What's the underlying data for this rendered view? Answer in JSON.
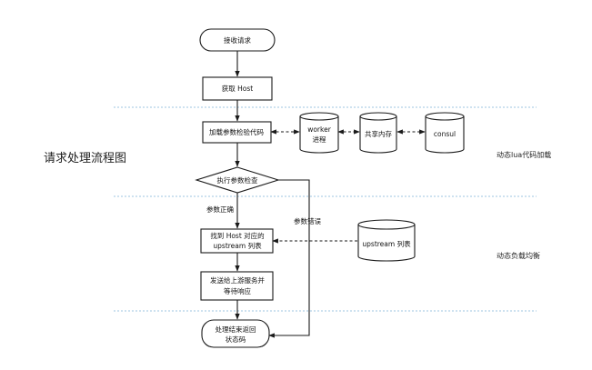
{
  "title": "请求处理流程图",
  "nodes": {
    "start": "接收请求",
    "get_host": "获取 Host",
    "load_code": "加载参数检验代码",
    "check": "执行参数检查",
    "find_upstream": [
      "找到 Host 对应的",
      "upstream 列表"
    ],
    "send": [
      "发送给上游服务并",
      "等待响应"
    ],
    "end": [
      "处理结束返回",
      "状态码"
    ]
  },
  "stores": {
    "worker": [
      "worker",
      "进程"
    ],
    "shared_memory": "共享内存",
    "consul": "consul",
    "upstream_list": "upstream 列表"
  },
  "edge_labels": {
    "param_ok": "参数正确",
    "param_error": "参数错误"
  },
  "sections": {
    "dynamic_lua": "动态lua代码加载",
    "dynamic_lb": "动态负载均衡"
  }
}
